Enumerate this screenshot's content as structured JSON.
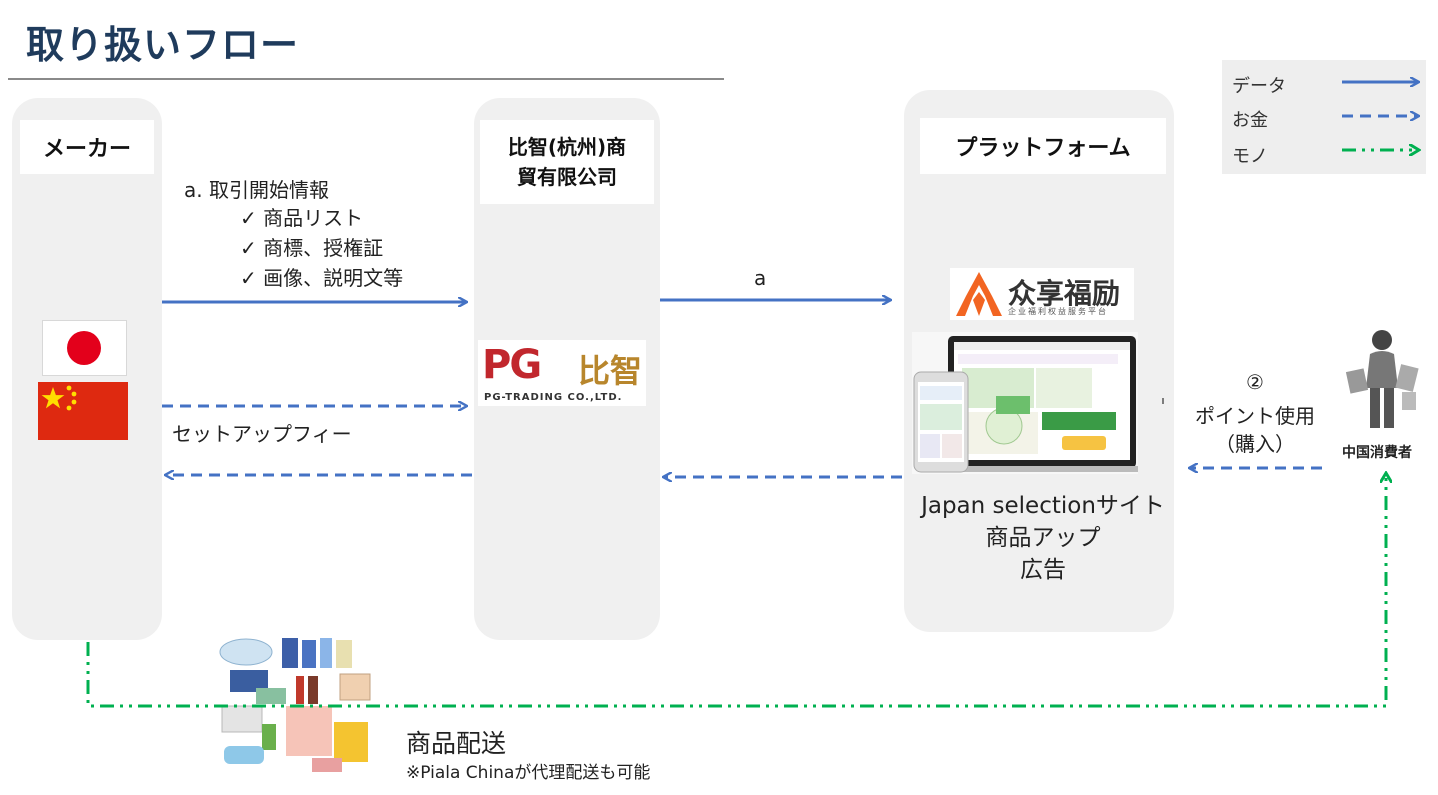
{
  "title": "取り扱いフロー",
  "legend": {
    "data": "データ",
    "money": "お金",
    "goods": "モノ"
  },
  "columns": {
    "maker": "メーカー",
    "pg_line1": "比智(杭州)商",
    "pg_line2": "貿有限公司",
    "platform": "プラットフォーム"
  },
  "maker_info": {
    "heading": "a. 取引開始情報",
    "items": [
      "✓  商品リスト",
      "✓  商標、授権証",
      "✓  画像、説明文等"
    ]
  },
  "arrow_a_label": "a",
  "setup_fee": "セットアップフィー",
  "pg_logo": {
    "mark": "PG",
    "cn": "比智",
    "sub": "PG-TRADING CO.,LTD."
  },
  "zx_logo": {
    "name": "众享福励",
    "sub": "企业福利权益服务平台"
  },
  "platform_caption": [
    "Japan selectionサイト",
    "商品アップ",
    "広告"
  ],
  "points": {
    "num": "②",
    "line1": "ポイント使用",
    "line2": "（購入）"
  },
  "consumer": "中国消費者",
  "delivery": {
    "title": "商品配送",
    "note": "※Piala Chinaが代理配送も可能"
  },
  "colors": {
    "data_arrow": "#4472c4",
    "money_arrow": "#4472c4",
    "goods_arrow": "#00b050",
    "title": "#1f3b5c"
  }
}
